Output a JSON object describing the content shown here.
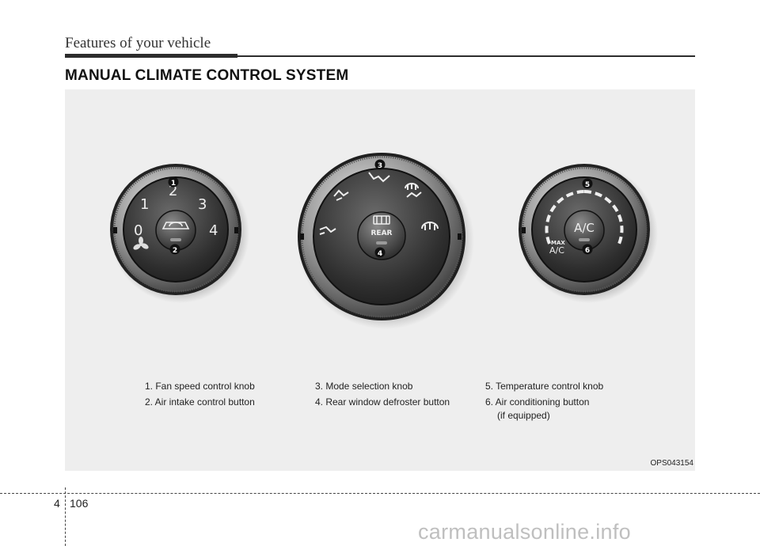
{
  "header": {
    "chapter_title": "Features of your vehicle"
  },
  "section": {
    "heading": "MANUAL CLIMATE CONTROL SYSTEM"
  },
  "figure": {
    "code": "OPS043154",
    "fan_knob_numbers": [
      "0",
      "1",
      "2",
      "3",
      "4"
    ],
    "mode_button_label": "REAR",
    "temp_button_label": "A/C",
    "max_ac_label_top": "MAX",
    "max_ac_label_bottom": "A/C",
    "callouts": [
      "1",
      "2",
      "3",
      "4",
      "5",
      "6"
    ]
  },
  "legend": {
    "col1": [
      "1. Fan speed control knob",
      "2. Air intake control button"
    ],
    "col2": [
      "3. Mode selection knob",
      "4. Rear window defroster button"
    ],
    "col3": [
      "5. Temperature control knob",
      "6. Air conditioning button",
      "(if equipped)"
    ]
  },
  "footer": {
    "chapter": "4",
    "page": "106"
  },
  "watermark": "carmanualsonline.info"
}
